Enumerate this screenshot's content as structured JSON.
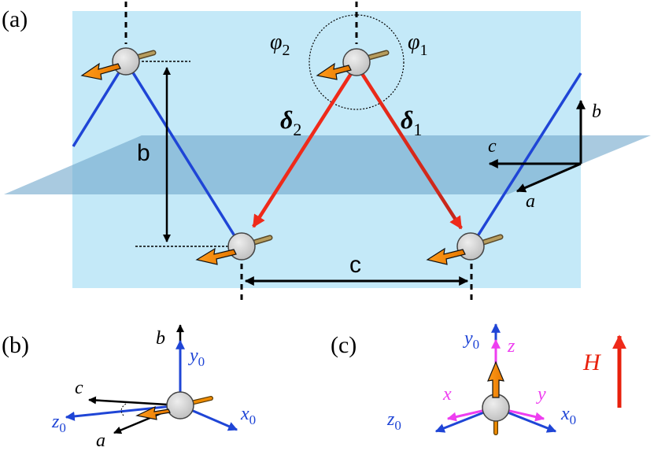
{
  "panels": {
    "a": "(a)",
    "b": "(b)",
    "c": "(c)"
  },
  "panel_a": {
    "phi1": "φ",
    "phi1_sub": "1",
    "phi2": "φ",
    "phi2_sub": "2",
    "delta1": "δ",
    "delta1_sub": "1",
    "delta2": "δ",
    "delta2_sub": "2",
    "b_label": "b",
    "c_label": "c",
    "axis_b": "b",
    "axis_c": "c",
    "axis_a": "a"
  },
  "panel_b": {
    "b": "b",
    "y0": "y",
    "y0_sub": "0",
    "c": "c",
    "z0": "z",
    "z0_sub": "0",
    "a": "a",
    "x0": "x",
    "x0_sub": "0"
  },
  "panel_c": {
    "y0": "y",
    "y0_sub": "0",
    "z": "z",
    "x": "x",
    "y": "y",
    "z0": "z",
    "z0_sub": "0",
    "x0": "x",
    "x0_sub": "0",
    "H": "H"
  },
  "colors": {
    "plane_light": "#c4e9f8",
    "plane_dark": "#7fb2d2",
    "chain": "#1f45d6",
    "delta": "#ef2a1a",
    "spin_orange": "#f08c00",
    "axis_blue": "#1f45d6",
    "axis_magenta": "#ee3ef0",
    "field_red": "#e8200c"
  }
}
